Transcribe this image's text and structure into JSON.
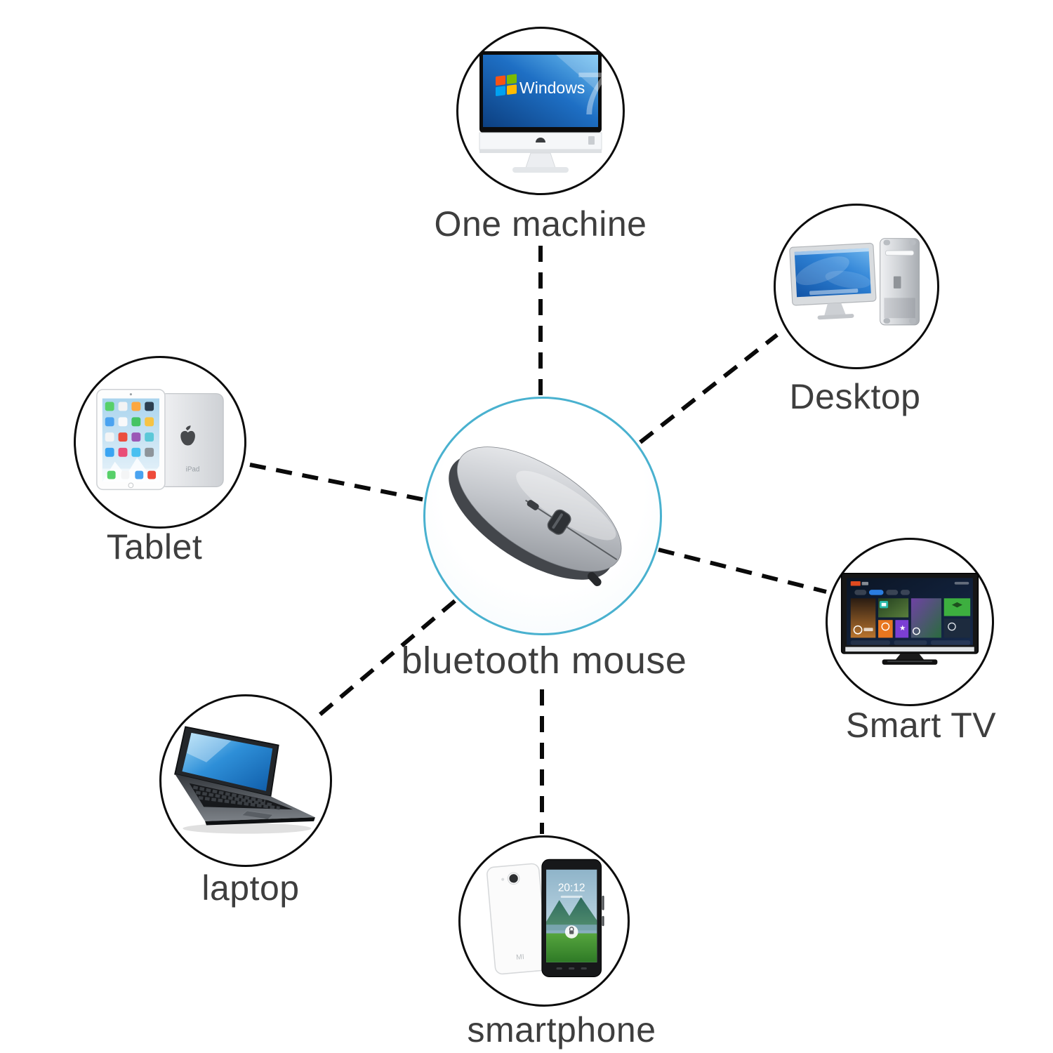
{
  "page": {
    "background": "#ffffff"
  },
  "center": {
    "label": "bluetooth mouse",
    "icon": "bluetooth-mouse-icon",
    "ring_color": "#49b1cf"
  },
  "nodes": {
    "one_machine": {
      "label": "One machine",
      "icon": "all-in-one-pc-icon",
      "screen_brand": "Windows",
      "screen_numeral": "7"
    },
    "desktop": {
      "label": "Desktop",
      "icon": "desktop-computer-icon"
    },
    "tablet": {
      "label": "Tablet",
      "icon": "tablet-icon",
      "back_text": "iPad"
    },
    "smart_tv": {
      "label": "Smart TV",
      "icon": "smart-tv-icon"
    },
    "laptop": {
      "label": "laptop",
      "icon": "laptop-icon"
    },
    "smartphone": {
      "label": "smartphone",
      "icon": "smartphone-icon",
      "screen_time": "20:12",
      "brand": "MI"
    }
  },
  "connections": [
    [
      "bluetooth mouse",
      "One machine"
    ],
    [
      "bluetooth mouse",
      "Desktop"
    ],
    [
      "bluetooth mouse",
      "Smart TV"
    ],
    [
      "bluetooth mouse",
      "Tablet"
    ],
    [
      "bluetooth mouse",
      "laptop"
    ],
    [
      "bluetooth mouse",
      "smartphone"
    ]
  ],
  "styles": {
    "label_color": "#3e3e3e",
    "line_color": "#0a0a0a",
    "circle_border_color": "#0c0c0c"
  }
}
